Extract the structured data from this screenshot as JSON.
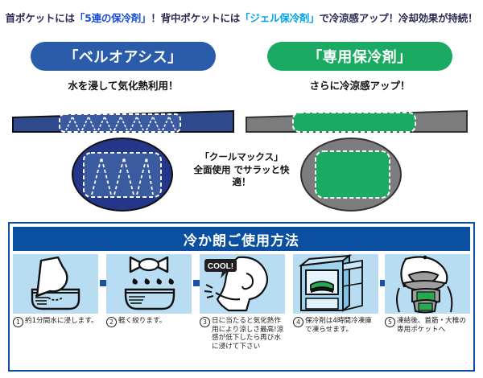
{
  "headline": {
    "segments": [
      {
        "text": "首ポケットには",
        "color": "navy"
      },
      {
        "text": "「5連の保冷剤」",
        "color": "blue"
      },
      {
        "text": "！背中ポケットには",
        "color": "navy"
      },
      {
        "text": "「ジェル保冷剤」",
        "color": "cyan"
      },
      {
        "text": "で冷涼感アップ！冷却効果が持続！",
        "color": "navy"
      }
    ]
  },
  "columns": [
    {
      "pill_label": "「ベルオアシス」",
      "pill_color": "#2a5caa",
      "caption": "水を浸して気化熱利用！",
      "fabric_color": "#2e4a8c",
      "fabric_dark": "#1f2f6e",
      "pocket_fill": "#3a5ba0",
      "pocket_style": "zigzag"
    },
    {
      "pill_label": "「専用保冷剤」",
      "pill_color": "#1aaa62",
      "caption": "さらに冷涼感アップ！",
      "fabric_color": "#7c7c7c",
      "fabric_dark": "#6a6a6a",
      "pocket_fill": "#1aaa62",
      "pocket_style": "solid"
    }
  ],
  "coolmax_note": {
    "line1": "「クールマックス」",
    "line2": "全面使用 でサラッと快適！"
  },
  "usage_panel": {
    "title": "冷か朗ご使用方法",
    "border_color": "#0b4fa0",
    "arrow_color": "#1b4fa8",
    "tile_color": "#b8ddf2",
    "steps": [
      {
        "number": "1",
        "caption": "約1分間水に浸します。",
        "icon": "cap-in-basin-icon"
      },
      {
        "number": "2",
        "caption": "軽く絞ります。",
        "icon": "wring-drops-icon"
      },
      {
        "number": "3",
        "caption": "日に当たると気化熱作用により涼しさ最高!涼感が低下したら再び水に浸けて下さい",
        "icon": "cool-person-icon",
        "bubble_text": "COOL!"
      },
      {
        "number": "4",
        "caption": "保冷剤は4時間冷凍庫で凍らせます。",
        "icon": "freezer-icon"
      },
      {
        "number": "5",
        "caption": "凍結後、首筋・大椎の専用ポケットへ",
        "icon": "wear-cap-icon"
      }
    ]
  },
  "colors": {
    "navy_text": "#2b2b52",
    "blue_accent": "#1b4fd8",
    "cyan_accent": "#00a2e8",
    "green": "#1aaa62",
    "panel_blue": "#0b4fa0"
  }
}
